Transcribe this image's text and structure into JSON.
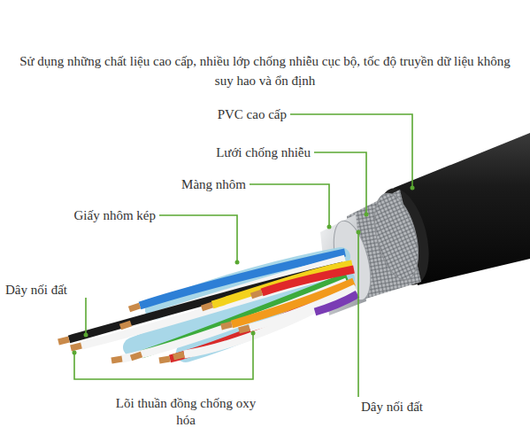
{
  "diagram": {
    "title": "Sử dụng những chất liệu cao cấp, nhiều lớp chống nhiễu cục bộ, tốc độ truyền dữ liệu không suy hao và ổn định",
    "labels": [
      "PVC cao cấp",
      "Lưới chống nhiễu",
      "Màng nhôm",
      "Giấy nhôm kép",
      "Dây nối đất",
      "Lõi thuần đồng chống oxy hóa",
      "Dây nối đất"
    ]
  }
}
